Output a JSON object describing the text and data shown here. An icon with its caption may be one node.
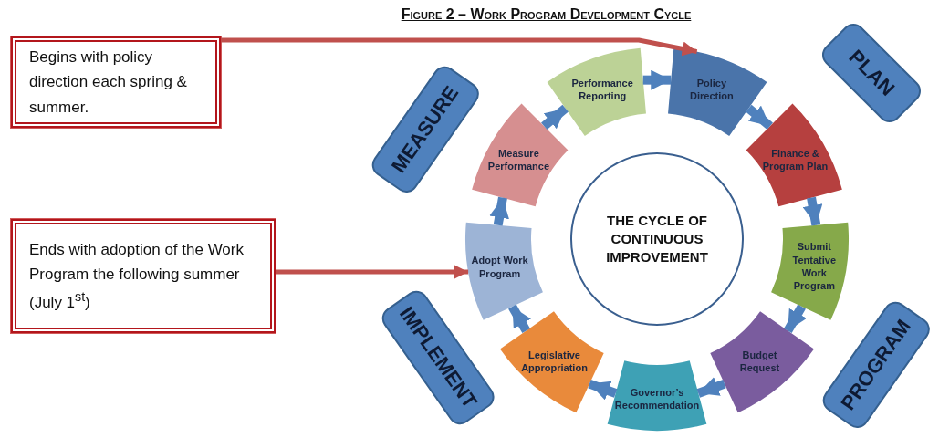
{
  "diagram": {
    "title": "Figure 2 – Work Program Development Cycle",
    "nodes": [
      {
        "text": [
          "Begins with policy direction each spring & summer."
        ]
      },
      {
        "text": [
          "Ends with adoption of the Work Program the following summer (July 1$^{st}$)"
        ]
      },
      {
        "text": [
          "THE CYCLE OF CONTINUOUS IMPROVEMENT"
        ]
      },
      {
        "text": [
          "Policy Direction"
        ]
      },
      {
        "text": [
          "Finance & Program Plan"
        ]
      },
      {
        "text": [
          "Submit Tentative Work Program"
        ]
      },
      {
        "text": [
          "Budget Request"
        ]
      },
      {
        "text": [
          "Governor’s Recommendation"
        ]
      },
      {
        "text": [
          "Legislative Appropriation"
        ]
      },
      {
        "text": [
          "Adopt Work Program"
        ]
      },
      {
        "text": [
          "Measure Performance"
        ]
      },
      {
        "text": [
          "Performance Reporting"
        ]
      },
      {
        "text": [
          "MEASURE"
        ]
      },
      {
        "text": [
          "PLAN"
        ]
      },
      {
        "text": [
          "PROGRAM"
        ]
      },
      {
        "text": [
          "IMPLEMENT"
        ]
      }
    ],
    "edges": [
      {
        "from": 3,
        "to": 4,
        "arrow": "to"
      },
      {
        "from": 4,
        "to": 5,
        "arrow": "to"
      },
      {
        "from": 5,
        "to": 6,
        "arrow": "to"
      },
      {
        "from": 6,
        "to": 7,
        "arrow": "to"
      },
      {
        "from": 7,
        "to": 8,
        "arrow": "to"
      },
      {
        "from": 8,
        "to": 9,
        "arrow": "to"
      },
      {
        "from": 9,
        "to": 10,
        "arrow": "to"
      },
      {
        "from": 10,
        "to": 11,
        "arrow": "to"
      },
      {
        "from": 11,
        "to": 3,
        "arrow": "to"
      },
      {
        "from": 0,
        "to": 3,
        "arrow": "to",
        "color": "#c0504d"
      },
      {
        "from": 1,
        "to": 9,
        "arrow": "to",
        "color": "#c0504d"
      }
    ]
  }
}
